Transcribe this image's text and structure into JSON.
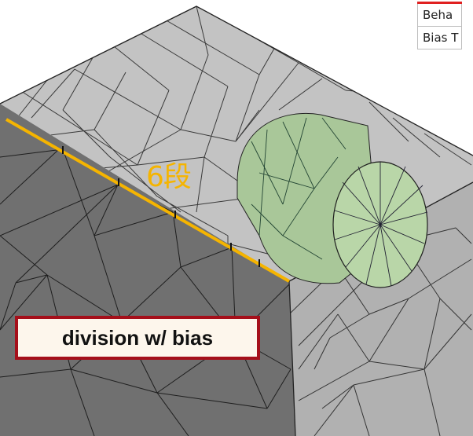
{
  "details_table": {
    "rows": [
      {
        "label": "Beha"
      },
      {
        "label": "Bias T"
      }
    ]
  },
  "annotations": {
    "segment_count": "6段",
    "callout": "division w/ bias"
  },
  "colors": {
    "edge_highlight": "#f5b400",
    "callout_border": "#a50f1a",
    "cylinder": "#b7d3a5"
  },
  "icons": {
    "selected_edge": "orange-edge-highlight"
  }
}
